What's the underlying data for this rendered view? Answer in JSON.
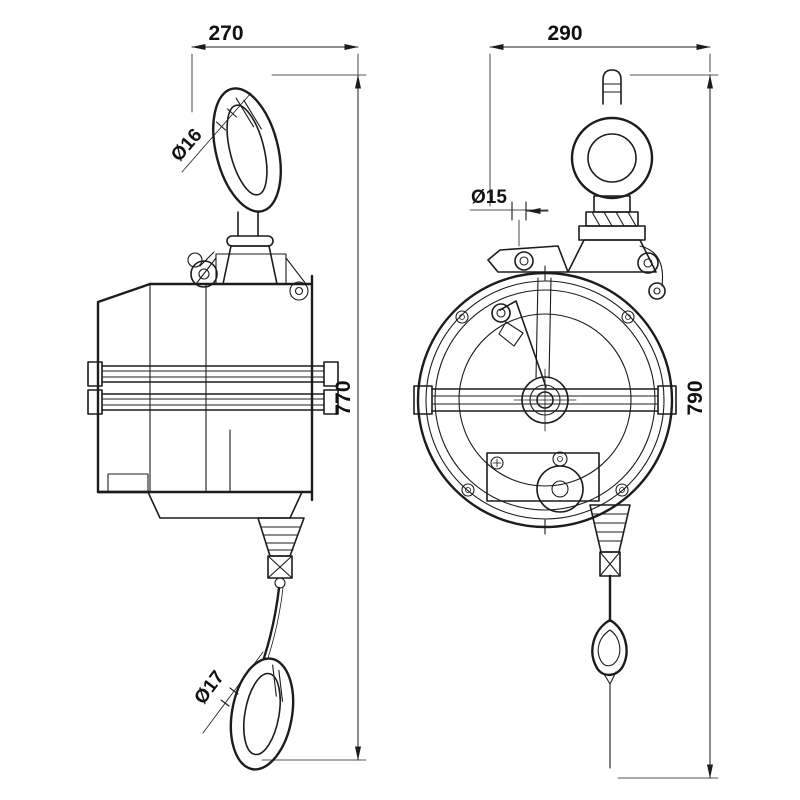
{
  "page": {
    "background": "#ffffff",
    "line_color": "#1c1c1c"
  },
  "dimensions": {
    "side_view": {
      "overall_width": "270",
      "overall_height": "770",
      "top_hook_diameter": "Ø16",
      "bottom_hook_diameter": "Ø17"
    },
    "front_view": {
      "overall_width": "290",
      "overall_height": "790",
      "cable_diameter": "Ø15"
    }
  }
}
